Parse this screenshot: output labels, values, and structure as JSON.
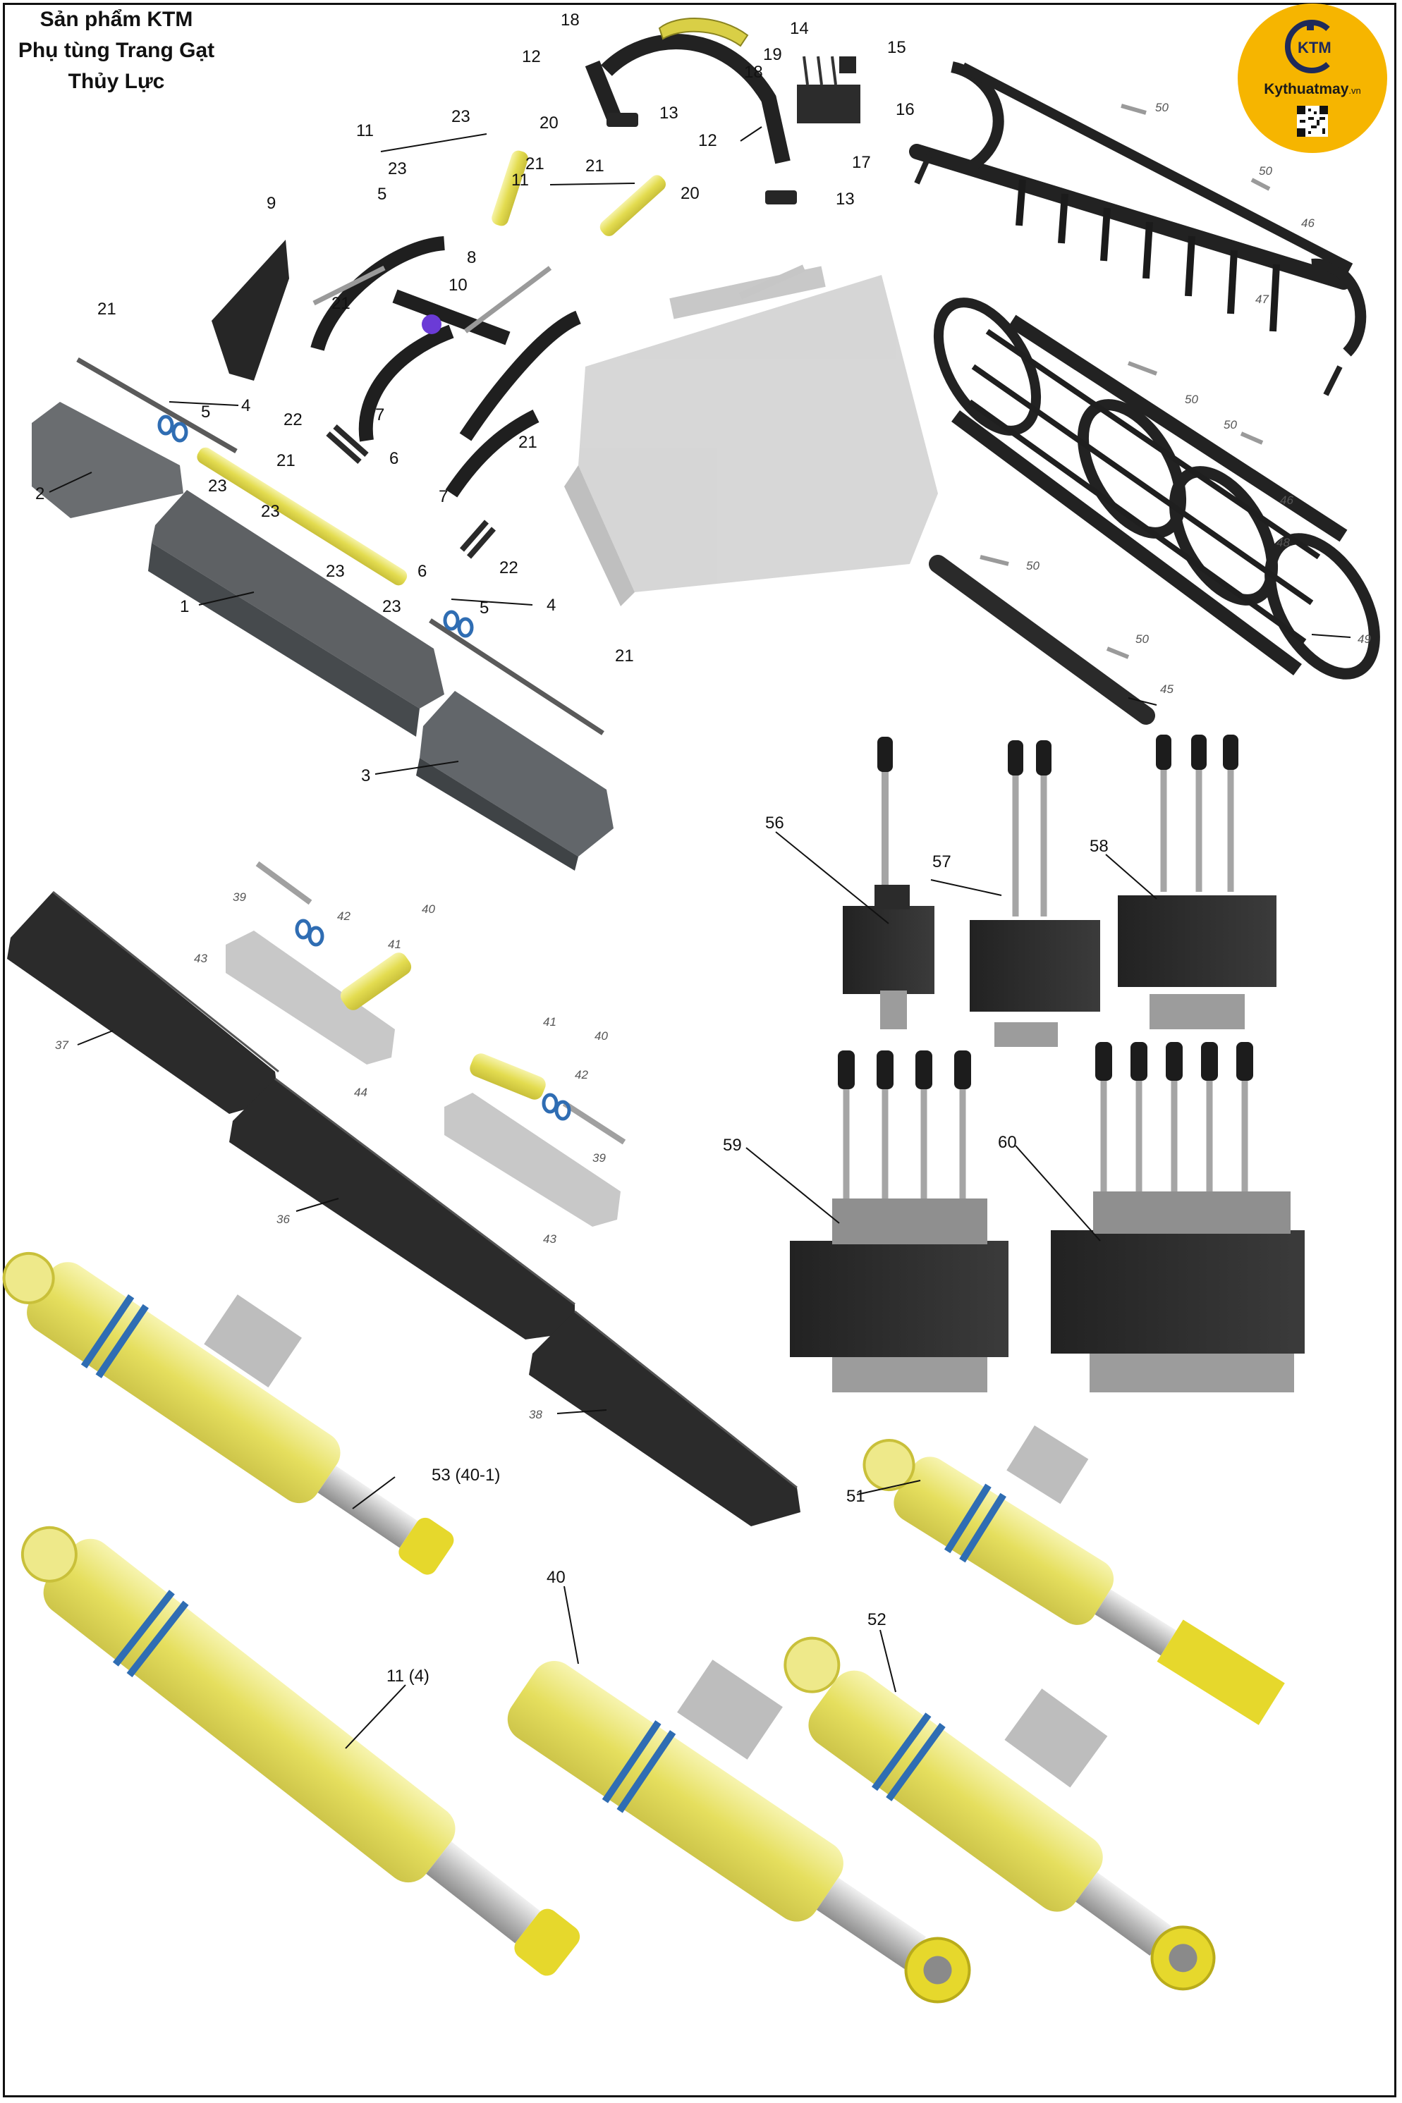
{
  "header": {
    "title_line1": "Sản phẩm KTM",
    "title_line2": "Phụ tùng Trang Gạt",
    "title_line3": "Thủy Lực"
  },
  "logo": {
    "mark_text": "KTM",
    "brand_text": "Kythuatmay",
    "domain_suffix": ".vn",
    "background_color": "#f6b500",
    "icon": "qr-code-icon"
  },
  "colors": {
    "cylinder_yellow": "#e8e35a",
    "cylinder_blue_band": "#2f6db3",
    "steel_gray": "#b8b8b8",
    "dark_part": "#2b2b2b",
    "blade_gray": "#5e6164",
    "handle_black": "#1c1c1c"
  },
  "callouts": {
    "top_left": [
      "1",
      "2",
      "3",
      "4",
      "4",
      "5",
      "5",
      "5",
      "6",
      "6",
      "7",
      "7",
      "8",
      "9",
      "10",
      "11",
      "11",
      "12",
      "12",
      "13",
      "13",
      "14",
      "15",
      "16",
      "17",
      "18",
      "18",
      "19",
      "20",
      "20",
      "21",
      "21",
      "21",
      "21",
      "21",
      "21",
      "21",
      "22",
      "22",
      "23",
      "23",
      "23",
      "23",
      "23",
      "23"
    ],
    "roller": [
      "45",
      "46",
      "46",
      "47",
      "48",
      "49",
      "50",
      "50",
      "50",
      "50",
      "50",
      "50"
    ],
    "blade_small": [
      "36",
      "37",
      "38",
      "39",
      "39",
      "40",
      "40",
      "41",
      "41",
      "42",
      "42",
      "43",
      "43",
      "44"
    ],
    "valves": [
      "56",
      "57",
      "58",
      "59",
      "60"
    ],
    "cylinders": [
      "53 (40-1)",
      "51",
      "11 (4)",
      "40",
      "52"
    ]
  }
}
